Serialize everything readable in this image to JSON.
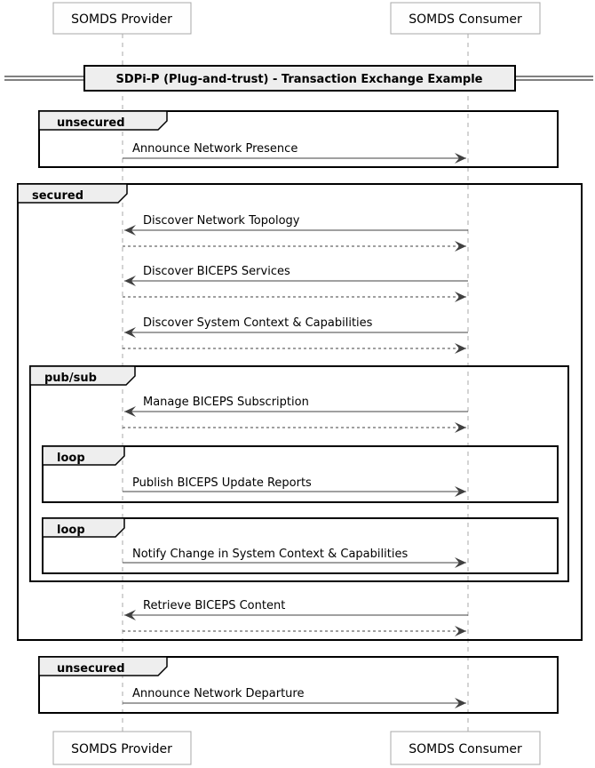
{
  "participants": {
    "provider": "SOMDS Provider",
    "consumer": "SOMDS Consumer"
  },
  "divider": {
    "title": "SDPi-P (Plug-and-trust) -  Transaction Exchange Example"
  },
  "groups": {
    "unsecured_1": "unsecured",
    "secured": "secured",
    "pubsub": "pub/sub",
    "loop_1": "loop",
    "loop_2": "loop",
    "unsecured_2": "unsecured"
  },
  "messages": {
    "announce_presence": "Announce Network Presence",
    "discover_topology": "Discover Network Topology",
    "discover_services": "Discover BICEPS Services",
    "discover_context": "Discover System Context & Capabilities",
    "manage_subscription": "Manage BICEPS Subscription",
    "publish_reports": "Publish BICEPS Update Reports",
    "notify_change": "Notify Change in System Context & Capabilities",
    "retrieve_content": "Retrieve BICEPS Content",
    "announce_departure": "Announce Network Departure"
  },
  "colors": {
    "participant_fill": "#fefefe",
    "participant_border": "#a8a8a8",
    "lifeline": "#a8a8a8",
    "arrow": "#404040",
    "frame": "#000000"
  }
}
